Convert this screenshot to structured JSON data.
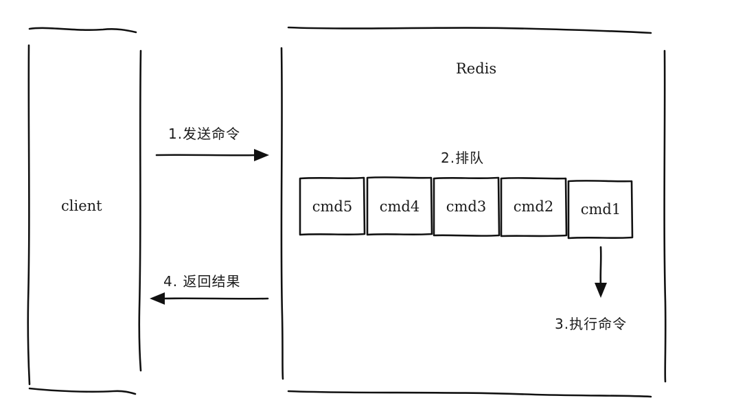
{
  "client": {
    "label": "client"
  },
  "redis": {
    "title": "Redis",
    "queue_label": "2.排队",
    "queue": [
      "cmd5",
      "cmd4",
      "cmd3",
      "cmd2",
      "cmd1"
    ],
    "execute_label": "3.执行命令"
  },
  "arrows": {
    "send": "1.发送命令",
    "return": "4. 返回结果"
  },
  "colors": {
    "ink": "#111111",
    "background": "#ffffff"
  }
}
